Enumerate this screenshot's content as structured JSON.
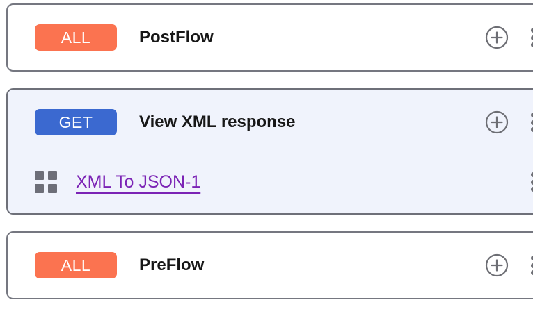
{
  "flows": [
    {
      "id": "postflow",
      "selected": false,
      "badge": {
        "label": "ALL",
        "kind": "all",
        "color": "#FB7350"
      },
      "title": "PostFlow",
      "actions": {
        "add": "add-step-icon",
        "menu": "more-options-icon"
      },
      "children": []
    },
    {
      "id": "view-xml-response",
      "selected": true,
      "badge": {
        "label": "GET",
        "kind": "get",
        "color": "#3B69D0"
      },
      "title": "View XML response",
      "actions": {
        "add": "add-step-icon",
        "menu": "more-options-icon"
      },
      "children": [
        {
          "id": "xml-to-json-1",
          "icon": "policy-grid-icon",
          "label": "XML To JSON-1",
          "link_color": "#7B23B5",
          "menu": "more-options-icon"
        }
      ]
    },
    {
      "id": "preflow",
      "selected": false,
      "badge": {
        "label": "ALL",
        "kind": "all",
        "color": "#FB7350"
      },
      "title": "PreFlow",
      "actions": {
        "add": "add-step-icon",
        "menu": "more-options-icon"
      },
      "children": []
    }
  ],
  "theme": {
    "card_border": "#757780",
    "card_bg": "#FFFFFF",
    "card_bg_selected": "#F0F3FC",
    "icon_gray": "#6D6E74",
    "title_color": "#171717"
  }
}
